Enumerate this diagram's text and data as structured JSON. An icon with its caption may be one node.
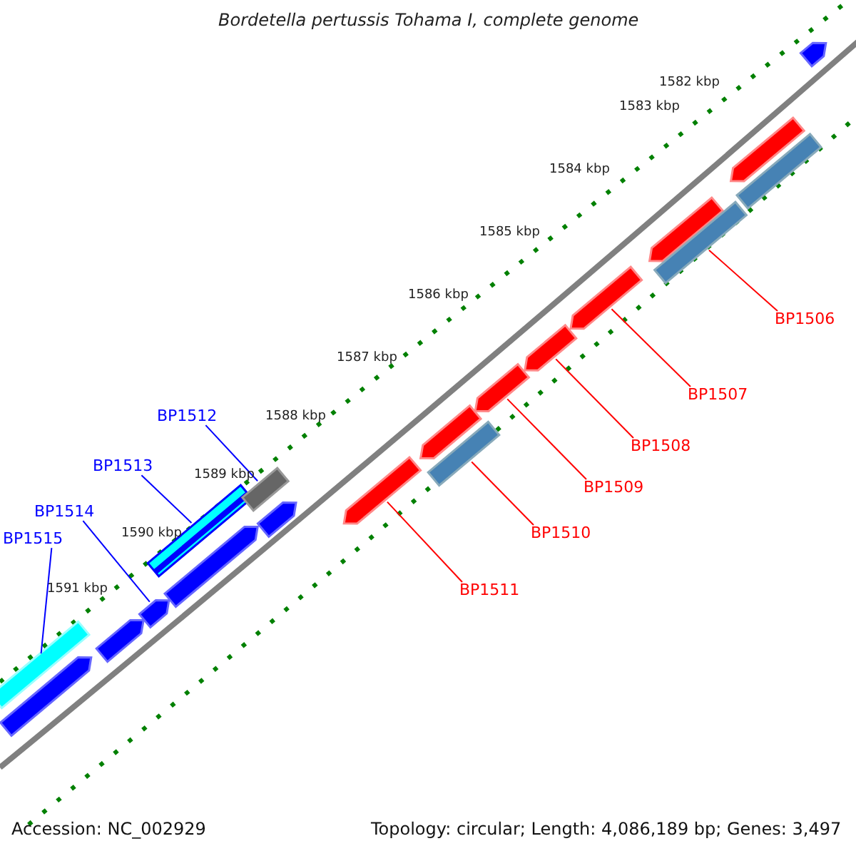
{
  "diagram": {
    "title": "Bordetella pertussis Tohama I, complete genome",
    "nodes": [
      {
        "text": [
          "BP1512"
        ]
      },
      {
        "text": [
          "BP1513"
        ]
      },
      {
        "text": [
          "BP1514"
        ]
      },
      {
        "text": [
          "BP1515"
        ]
      },
      {
        "text": [
          "BP1506"
        ]
      },
      {
        "text": [
          "BP1507"
        ]
      },
      {
        "text": [
          "BP1508"
        ]
      },
      {
        "text": [
          "BP1509"
        ]
      },
      {
        "text": [
          "BP1510"
        ]
      },
      {
        "text": [
          "BP1511"
        ]
      },
      {
        "text": [],
        "shape": "bar"
      },
      {
        "text": [],
        "shape": "arrow"
      },
      {
        "text": [],
        "shape": "arrow"
      },
      {
        "text": [],
        "shape": "arrow"
      },
      {
        "text": [],
        "shape": "arrow"
      },
      {
        "text": [],
        "shape": "bar"
      },
      {
        "text": [],
        "shape": "bar"
      },
      {
        "text": [],
        "shape": "arrow"
      },
      {
        "text": [],
        "shape": "arrow"
      },
      {
        "text": [],
        "shape": "bar"
      },
      {
        "text": [],
        "shape": "arrow"
      },
      {
        "text": [],
        "shape": "arrow"
      },
      {
        "text": [],
        "shape": "arrow"
      },
      {
        "text": [],
        "shape": "arrow"
      },
      {
        "text": [],
        "shape": "arrow"
      },
      {
        "text": [],
        "shape": "bar"
      },
      {
        "text": [],
        "shape": "arrow"
      },
      {
        "text": [],
        "shape": "bar"
      },
      {
        "text": [],
        "shape": "arrow"
      }
    ],
    "edges": [
      {
        "from": 0,
        "to": 16,
        "arrow": "none",
        "color": "#0000ff"
      },
      {
        "from": 1,
        "to": 15,
        "arrow": "none",
        "color": "#0000ff"
      },
      {
        "from": 2,
        "to": 13,
        "arrow": "none",
        "color": "#0000ff"
      },
      {
        "from": 3,
        "to": 10,
        "arrow": "none",
        "color": "#0000ff"
      },
      {
        "from": 4,
        "to": 25,
        "arrow": "none"
      },
      {
        "from": 5,
        "to": 23,
        "arrow": "none"
      },
      {
        "from": 6,
        "to": 22,
        "arrow": "none"
      },
      {
        "from": 7,
        "to": 21,
        "arrow": "none"
      },
      {
        "from": 8,
        "to": 19,
        "arrow": "none"
      },
      {
        "from": 9,
        "to": 18,
        "arrow": "none"
      }
    ],
    "labels": [
      "1582 kbp",
      "1583 kbp",
      "1584 kbp",
      "1585 kbp",
      "1586 kbp",
      "1587 kbp",
      "1588 kbp",
      "1589 kbp",
      "1590 kbp",
      "1591 kbp",
      "Accession: NC_002929",
      "Topology: circular; Length: 4,086,189 bp; Genes: 3,497"
    ]
  }
}
